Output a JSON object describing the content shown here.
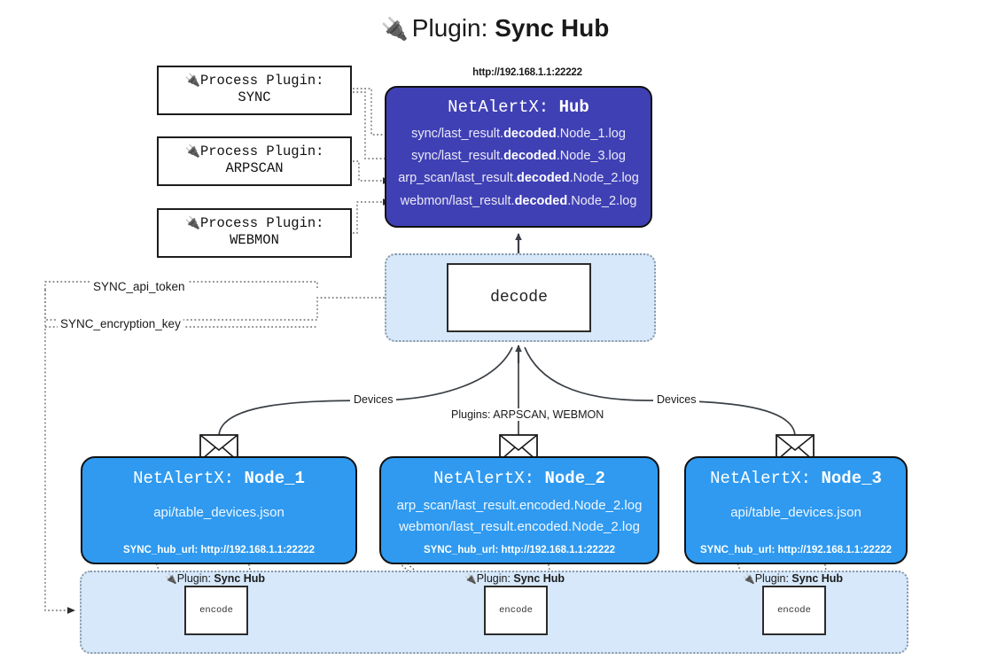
{
  "title": {
    "icon": "plug-icon",
    "prefix": "Plugin:",
    "name": "Sync Hub",
    "glyph": "🔌"
  },
  "process_plugins": [
    {
      "icon": "plug-icon",
      "line1": "Process Plugin:",
      "line2": "SYNC"
    },
    {
      "icon": "plug-icon",
      "line1": "Process Plugin:",
      "line2": "ARPSCAN"
    },
    {
      "icon": "plug-icon",
      "line1": "Process Plugin:",
      "line2": "WEBMON"
    }
  ],
  "hub": {
    "url": "http://192.168.1.1:22222",
    "title_prefix": "NetAlertX:",
    "title_name": "Hub",
    "logs": [
      {
        "pre": "sync/last_result.",
        "mid": "decoded",
        "post": ".Node_1.log"
      },
      {
        "pre": "sync/last_result.",
        "mid": "decoded",
        "post": ".Node_3.log"
      },
      {
        "pre": "arp_scan/last_result.",
        "mid": "decoded",
        "post": ".Node_2.log"
      },
      {
        "pre": "webmon/last_result.",
        "mid": "decoded",
        "post": ".Node_2.log"
      }
    ]
  },
  "decode": {
    "label": "decode"
  },
  "tokens": [
    {
      "label": "SYNC_api_token"
    },
    {
      "label": "SYNC_encryption_key"
    }
  ],
  "edge_labels": {
    "devices_left": "Devices",
    "devices_right": "Devices",
    "plugins_center": "Plugins: ARPSCAN, WEBMON"
  },
  "nodes": [
    {
      "title_prefix": "NetAlertX:",
      "title_name": "Node_1",
      "lines": [
        "api/table_devices.json"
      ],
      "footer": "SYNC_hub_url: http://192.168.1.1:22222",
      "mail_icon": "envelope-icon"
    },
    {
      "title_prefix": "NetAlertX:",
      "title_name": "Node_2",
      "lines": [
        "arp_scan/last_result.encoded.Node_2.log",
        "webmon/last_result.encoded.Node_2.log"
      ],
      "footer": "SYNC_hub_url: http://192.168.1.1:22222",
      "mail_icon": "envelope-icon"
    },
    {
      "title_prefix": "NetAlertX:",
      "title_name": "Node_3",
      "lines": [
        "api/table_devices.json"
      ],
      "footer": "SYNC_hub_url: http://192.168.1.1:22222",
      "mail_icon": "envelope-icon"
    }
  ],
  "plugin_strip": [
    {
      "icon": "plug-icon",
      "prefix": "Plugin:",
      "name": "Sync Hub",
      "encode": "encode"
    },
    {
      "icon": "plug-icon",
      "prefix": "Plugin:",
      "name": "Sync Hub",
      "encode": "encode"
    },
    {
      "icon": "plug-icon",
      "prefix": "Plugin:",
      "name": "Sync Hub",
      "encode": "encode"
    }
  ],
  "colors": {
    "hub_fill": "#4040b5",
    "node_fill": "#2f9af0",
    "container_fill": "#d6e8fa",
    "stroke": "#111111",
    "dotted_stroke": "#8a97a5",
    "edge_stroke": "#3a3f45"
  }
}
